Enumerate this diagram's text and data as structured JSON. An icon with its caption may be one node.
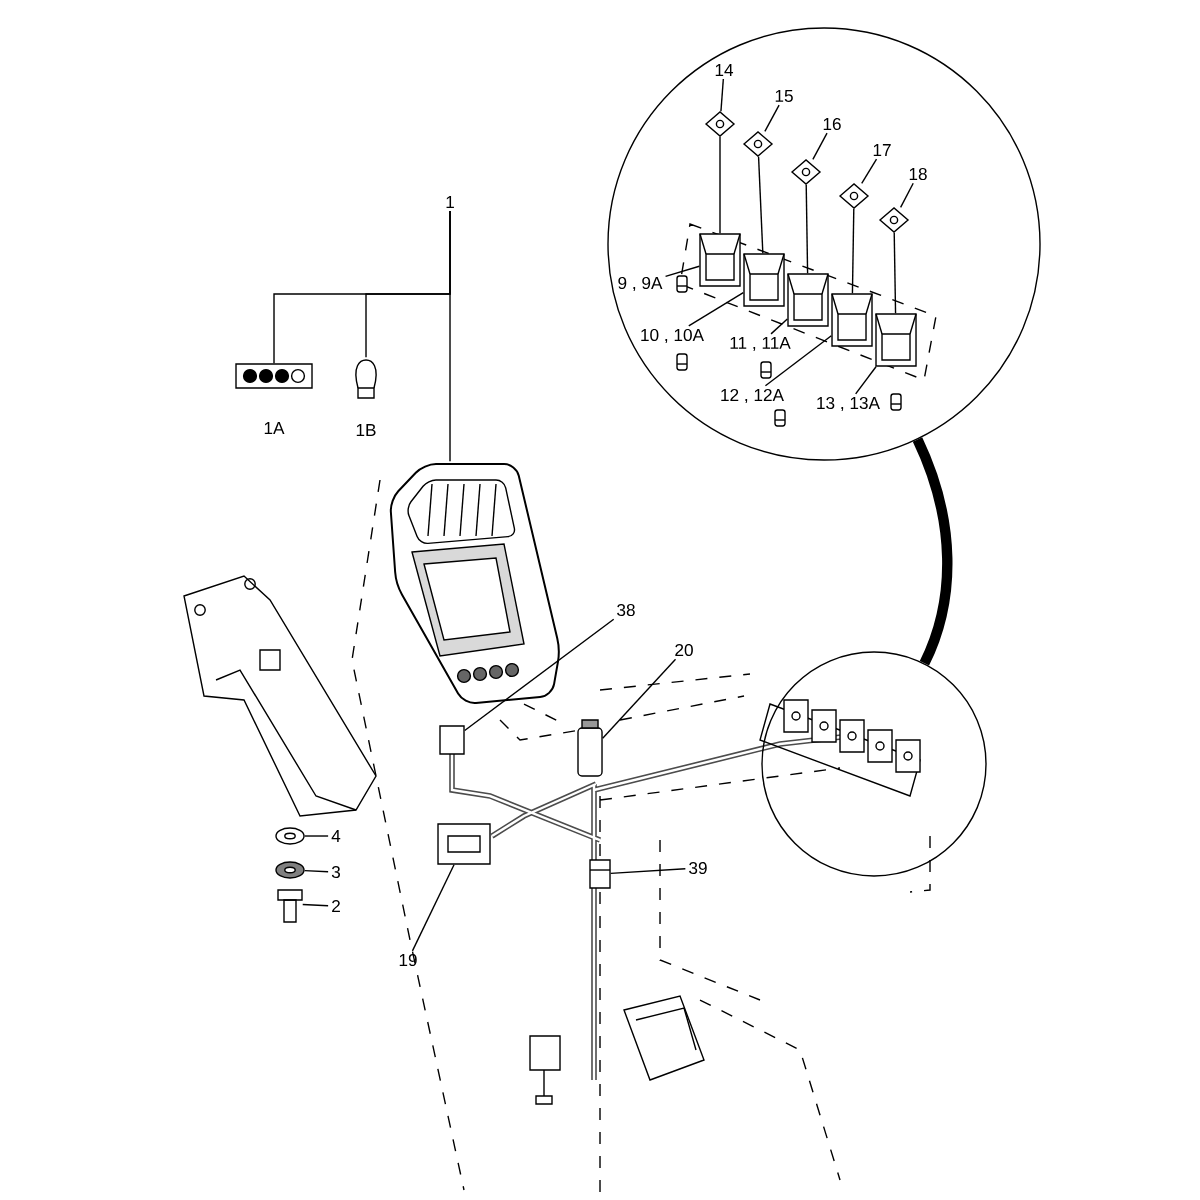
{
  "diagram": {
    "nodes": [
      {
        "text": [],
        "shape": "circle"
      },
      {
        "text": [
          "14"
        ],
        "in": 0
      },
      {
        "text": [],
        "shape": "picture",
        "in": 0
      },
      {
        "text": [
          "15"
        ],
        "in": 0
      },
      {
        "text": [],
        "shape": "picture",
        "in": 0
      },
      {
        "text": [
          "16"
        ],
        "in": 0
      },
      {
        "text": [],
        "shape": "picture",
        "in": 0
      },
      {
        "text": [
          "17"
        ],
        "in": 0
      },
      {
        "text": [],
        "shape": "picture",
        "in": 0
      },
      {
        "text": [
          "18"
        ],
        "in": 0
      },
      {
        "text": [],
        "shape": "picture",
        "in": 0
      },
      {
        "text": [
          "9 , 9A"
        ],
        "in": 0
      },
      {
        "text": [],
        "shape": "picture",
        "in": 0
      },
      {
        "text": [
          "10 , 10A"
        ],
        "in": 0
      },
      {
        "text": [],
        "shape": "picture",
        "in": 0
      },
      {
        "text": [
          "11 , 11A"
        ],
        "in": 0
      },
      {
        "text": [],
        "shape": "picture",
        "in": 0
      },
      {
        "text": [
          "12 , 12A"
        ],
        "in": 0
      },
      {
        "text": [],
        "shape": "picture",
        "in": 0
      },
      {
        "text": [
          "13 , 13A"
        ],
        "in": 0
      },
      {
        "text": [],
        "shape": "picture",
        "in": 0
      },
      {
        "text": [
          "1"
        ]
      },
      {
        "text": [],
        "shape": "picture",
        "beside": [
          "1A"
        ]
      },
      {
        "text": [],
        "shape": "picture",
        "beside": [
          "1B"
        ]
      },
      {
        "text": [],
        "shape": "picture"
      },
      {
        "text": [
          "38"
        ]
      },
      {
        "text": [],
        "shape": "box"
      },
      {
        "text": [
          "20"
        ]
      },
      {
        "text": [],
        "shape": "cylinder"
      },
      {
        "text": [],
        "shape": "circle"
      },
      {
        "text": [
          "4"
        ]
      },
      {
        "text": [],
        "shape": "picture"
      },
      {
        "text": [
          "3"
        ]
      },
      {
        "text": [],
        "shape": "picture"
      },
      {
        "text": [
          "2"
        ]
      },
      {
        "text": [],
        "shape": "picture"
      },
      {
        "text": [
          "39"
        ]
      },
      {
        "text": [],
        "shape": "picture"
      },
      {
        "text": [
          "19"
        ]
      },
      {
        "text": [],
        "shape": "picture"
      }
    ],
    "edges": [
      {
        "from": 21,
        "to": 24,
        "arrow": "none"
      },
      {
        "from": 21,
        "to": 22,
        "arrow": "none"
      },
      {
        "from": 21,
        "to": 23,
        "arrow": "none"
      },
      {
        "from": 1,
        "to": 2,
        "arrow": "none"
      },
      {
        "from": 3,
        "to": 4,
        "arrow": "none"
      },
      {
        "from": 5,
        "to": 6,
        "arrow": "none"
      },
      {
        "from": 7,
        "to": 8,
        "arrow": "none"
      },
      {
        "from": 9,
        "to": 10,
        "arrow": "none"
      },
      {
        "from": 11,
        "to": 12,
        "arrow": "none"
      },
      {
        "from": 13,
        "to": 14,
        "arrow": "none"
      },
      {
        "from": 15,
        "to": 16,
        "arrow": "none"
      },
      {
        "from": 17,
        "to": 18,
        "arrow": "none"
      },
      {
        "from": 19,
        "to": 20,
        "arrow": "none"
      },
      {
        "from": 25,
        "to": 26,
        "arrow": "none"
      },
      {
        "from": 27,
        "to": 28,
        "arrow": "none"
      },
      {
        "from": 30,
        "to": 31,
        "arrow": "none"
      },
      {
        "from": 32,
        "to": 33,
        "arrow": "none"
      },
      {
        "from": 34,
        "to": 35,
        "arrow": "none"
      },
      {
        "from": 36,
        "to": 37,
        "arrow": "none"
      },
      {
        "from": 38,
        "to": 39,
        "arrow": "none"
      },
      {
        "from": 29,
        "to": 0,
        "arrow": "none",
        "style": "thick"
      },
      {
        "from": 2,
        "to": 12,
        "arrow": "none"
      },
      {
        "from": 4,
        "to": 14,
        "arrow": "none"
      },
      {
        "from": 6,
        "to": 16,
        "arrow": "none"
      },
      {
        "from": 8,
        "to": 18,
        "arrow": "none"
      },
      {
        "from": 10,
        "to": 20,
        "arrow": "none"
      }
    ]
  }
}
